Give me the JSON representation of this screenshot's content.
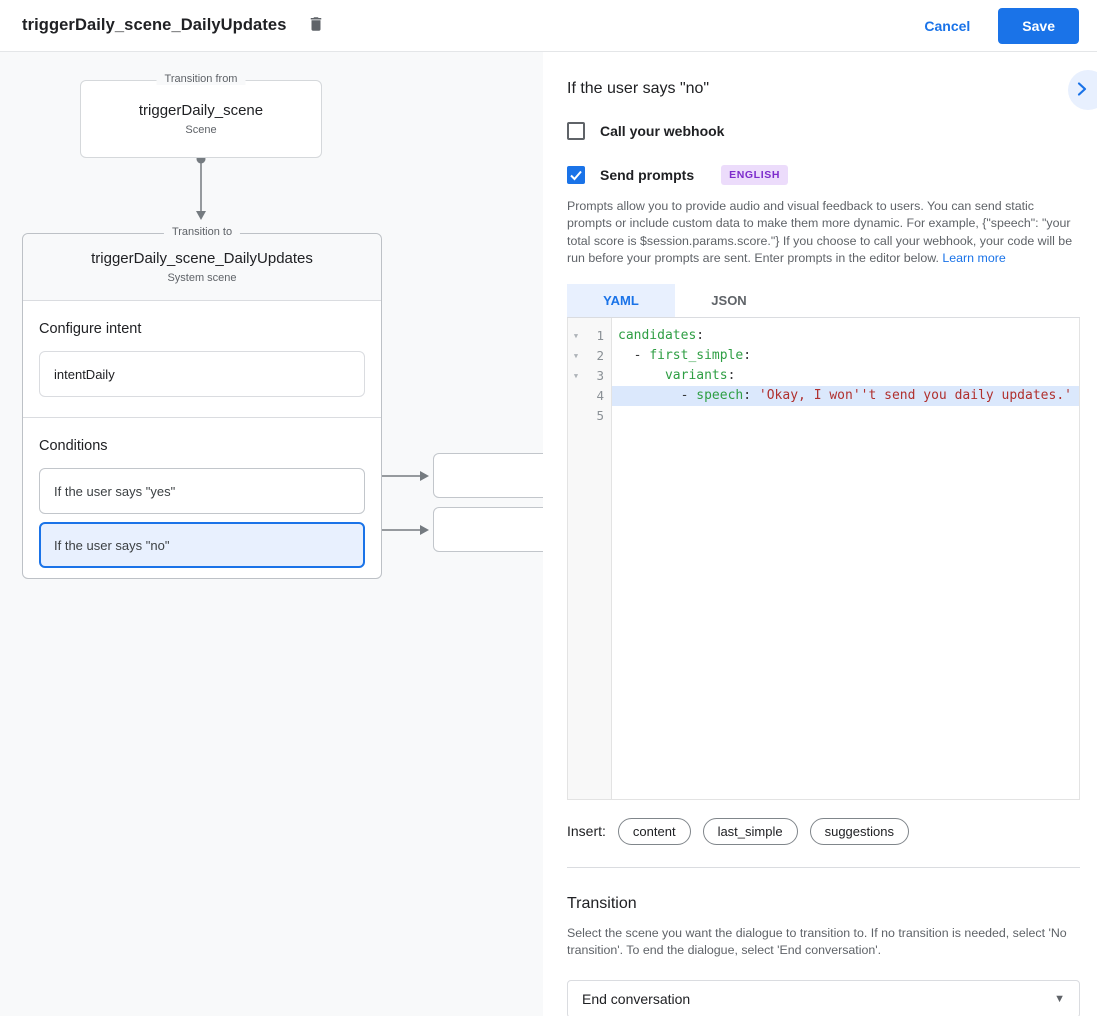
{
  "header": {
    "title": "triggerDaily_scene_DailyUpdates",
    "cancel_label": "Cancel",
    "save_label": "Save"
  },
  "canvas": {
    "from_box": {
      "legend": "Transition from",
      "title": "triggerDaily_scene",
      "subtitle": "Scene"
    },
    "to_box": {
      "legend": "Transition to",
      "title": "triggerDaily_scene_DailyUpdates",
      "subtitle": "System scene",
      "configure_intent_label": "Configure intent",
      "intent_value": "intentDaily",
      "conditions_label": "Conditions",
      "conditions": [
        {
          "label": "If the user says \"yes\"",
          "selected": false
        },
        {
          "label": "If the user says \"no\"",
          "selected": true
        }
      ]
    }
  },
  "panel": {
    "title": "If the user says \"no\"",
    "webhook": {
      "label": "Call your webhook",
      "checked": false
    },
    "send_prompts": {
      "label": "Send prompts",
      "badge": "ENGLISH",
      "checked": true
    },
    "description": "Prompts allow you to provide audio and visual feedback to users. You can send static prompts or include custom data to make them more dynamic. For example, {\"speech\": \"your total score is $session.params.score.\"} If you choose to call your webhook, your code will be run before your prompts are sent. Enter prompts in the editor below.",
    "learn_more": "Learn more",
    "tabs": {
      "yaml": "YAML",
      "json": "JSON",
      "active": "YAML"
    },
    "editor": {
      "lines": [
        {
          "num": 1,
          "fold": true,
          "highlighted": false,
          "tokens": [
            [
              "key",
              "candidates"
            ],
            [
              "punc",
              ":"
            ]
          ]
        },
        {
          "num": 2,
          "fold": true,
          "highlighted": false,
          "tokens": [
            [
              "punc",
              "  - "
            ],
            [
              "key",
              "first_simple"
            ],
            [
              "punc",
              ":"
            ]
          ]
        },
        {
          "num": 3,
          "fold": true,
          "highlighted": false,
          "tokens": [
            [
              "punc",
              "      "
            ],
            [
              "key",
              "variants"
            ],
            [
              "punc",
              ":"
            ]
          ]
        },
        {
          "num": 4,
          "fold": false,
          "highlighted": true,
          "tokens": [
            [
              "punc",
              "        - "
            ],
            [
              "key",
              "speech"
            ],
            [
              "punc",
              ": "
            ],
            [
              "str",
              "'Okay, I won''t send you daily updates.'"
            ]
          ]
        },
        {
          "num": 5,
          "fold": false,
          "highlighted": false,
          "tokens": []
        }
      ]
    },
    "insert": {
      "label": "Insert:",
      "chips": [
        "content",
        "last_simple",
        "suggestions"
      ]
    },
    "transition": {
      "title": "Transition",
      "description": "Select the scene you want the dialogue to transition to. If no transition is needed, select 'No transition'. To end the dialogue, select 'End conversation'.",
      "selected_value": "End conversation"
    }
  },
  "colors": {
    "accent": "#1a73e8",
    "selected_bg": "#e8f0fe",
    "code_key": "#2e9e43",
    "code_string": "#b0302e",
    "badge_bg": "#ecdcfb",
    "badge_text": "#7d2ccc"
  }
}
